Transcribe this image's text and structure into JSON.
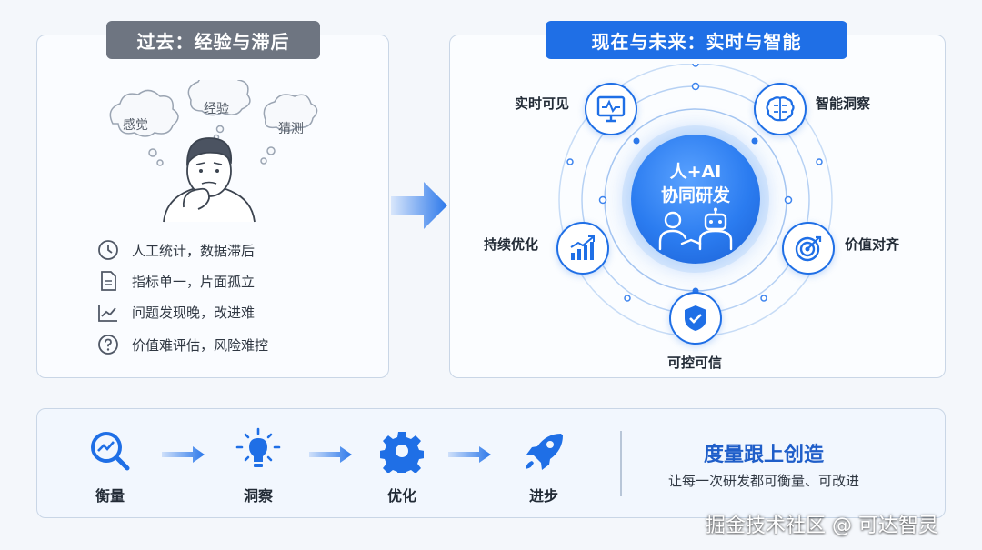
{
  "left": {
    "title": "过去：经验与滞后",
    "clouds": [
      "感觉",
      "经验",
      "猜测"
    ],
    "items": [
      {
        "icon": "clock-icon",
        "label": "人工统计，数据滞后"
      },
      {
        "icon": "document-icon",
        "label": "指标单一，片面孤立"
      },
      {
        "icon": "trend-line-icon",
        "label": "问题发现晚，改进难"
      },
      {
        "icon": "question-icon",
        "label": "价值难评估，风险难控"
      }
    ]
  },
  "right": {
    "title": "现在与未来：实时与智能",
    "core": {
      "line1": "人+AI",
      "line2": "协同研发"
    },
    "nodes": [
      {
        "icon": "monitor-icon",
        "label": "实时可见"
      },
      {
        "icon": "brain-icon",
        "label": "智能洞察"
      },
      {
        "icon": "growth-chart-icon",
        "label": "持续优化"
      },
      {
        "icon": "target-icon",
        "label": "价值对齐"
      },
      {
        "icon": "shield-check-icon",
        "label": "可控可信"
      }
    ]
  },
  "bottom": {
    "steps": [
      {
        "icon": "magnifier-chart-icon",
        "label": "衡量"
      },
      {
        "icon": "lightbulb-icon",
        "label": "洞察"
      },
      {
        "icon": "gear-icon",
        "label": "优化"
      },
      {
        "icon": "rocket-icon",
        "label": "进步"
      }
    ],
    "title": "度量跟上创造",
    "subtitle": "让每一次研发都可衡量、可改进"
  },
  "watermark": "掘金技术社区 @ 可达智灵",
  "colors": {
    "accent": "#1f6fe6",
    "gray_tag": "#6e7581",
    "border": "#c9d6e6"
  }
}
